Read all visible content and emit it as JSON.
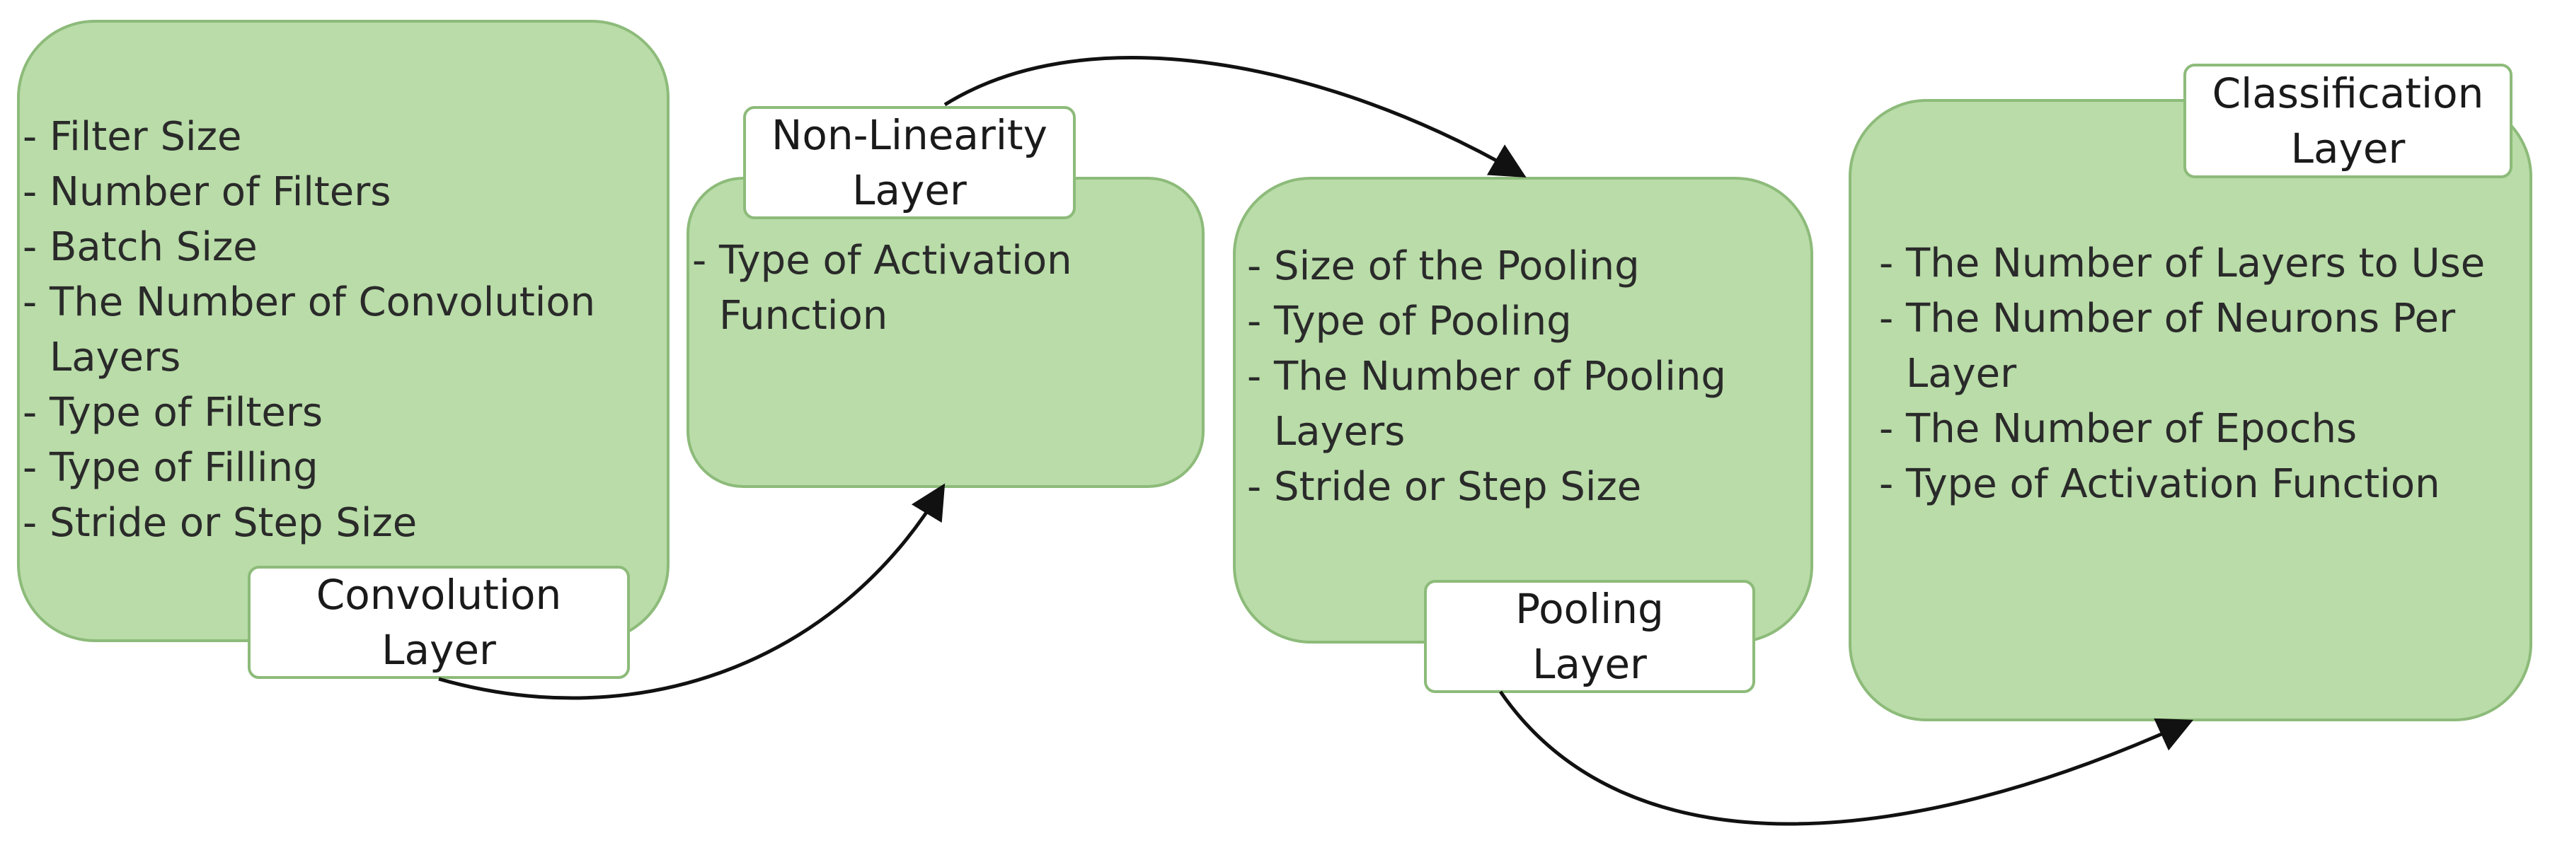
{
  "stages": [
    {
      "title_lines": [
        "Convolution",
        "Layer"
      ],
      "params": [
        "Filter Size",
        "Number of Filters",
        "Batch Size",
        "The Number of Convolution Layers",
        "Type of Filters",
        "Type of Filling",
        "Stride or Step Size"
      ]
    },
    {
      "title_lines": [
        "Non-Linearity",
        "Layer"
      ],
      "params": [
        "Type of Activation Function"
      ]
    },
    {
      "title_lines": [
        "Pooling",
        "Layer"
      ],
      "params": [
        "Size of the Pooling",
        "Type of Pooling",
        "The Number of Pooling Layers",
        "Stride or Step Size"
      ]
    },
    {
      "title_lines": [
        "Classification",
        "Layer"
      ],
      "params": [
        "The Number of Layers to Use",
        "The Number of Neurons Per Layer",
        "The Number of Epochs",
        "Type of Activation Function"
      ]
    }
  ],
  "colors": {
    "box_fill": "#b9dca8",
    "box_border": "#8dbb7a",
    "label_fill": "#ffffff",
    "arrow": "#111111"
  },
  "connectors": [
    {
      "from": "Convolution Layer",
      "to": "Non-Linearity Layer"
    },
    {
      "from": "Non-Linearity Layer",
      "to": "Pooling Layer"
    },
    {
      "from": "Pooling Layer",
      "to": "Classification Layer"
    }
  ]
}
